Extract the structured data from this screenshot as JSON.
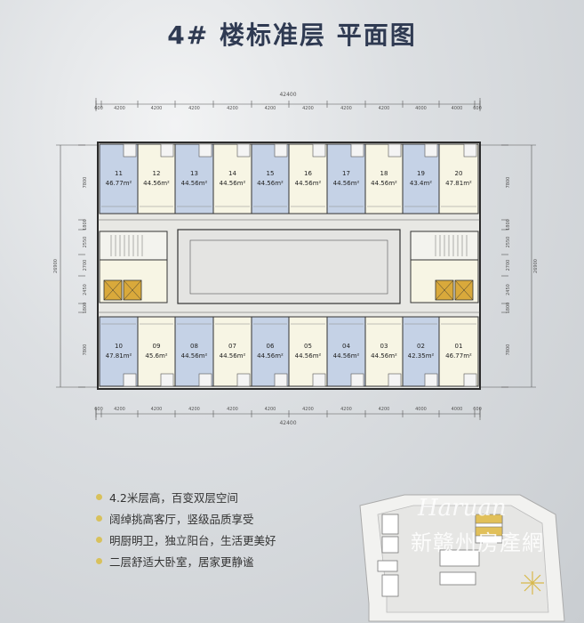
{
  "title": "4# 楼标准层  平面图",
  "dims": {
    "total": "42400",
    "top_segments": [
      "600",
      "4200",
      "4200",
      "4200",
      "4200",
      "4200",
      "4200",
      "4200",
      "4200",
      "4000",
      "4000",
      "600"
    ],
    "left": [
      "7800",
      "1800",
      "2550",
      "2700",
      "2450",
      "1800",
      "7800"
    ],
    "left_total": "26900",
    "right": [
      "7800",
      "1800",
      "2550",
      "2700",
      "2450",
      "1800",
      "7800"
    ],
    "right_total": "26900"
  },
  "units_top": [
    {
      "no": "11",
      "area": "46.77m²"
    },
    {
      "no": "12",
      "area": "44.56m²"
    },
    {
      "no": "13",
      "area": "44.56m²"
    },
    {
      "no": "14",
      "area": "44.56m²"
    },
    {
      "no": "15",
      "area": "44.56m²"
    },
    {
      "no": "16",
      "area": "44.56m²"
    },
    {
      "no": "17",
      "area": "44.56m²"
    },
    {
      "no": "18",
      "area": "44.56m²"
    },
    {
      "no": "19",
      "area": "43.4m²"
    },
    {
      "no": "20",
      "area": "47.81m²"
    }
  ],
  "units_bottom": [
    {
      "no": "10",
      "area": "47.81m²"
    },
    {
      "no": "09",
      "area": "45.6m²"
    },
    {
      "no": "08",
      "area": "44.56m²"
    },
    {
      "no": "07",
      "area": "44.56m²"
    },
    {
      "no": "06",
      "area": "44.56m²"
    },
    {
      "no": "05",
      "area": "44.56m²"
    },
    {
      "no": "04",
      "area": "44.56m²"
    },
    {
      "no": "03",
      "area": "44.56m²"
    },
    {
      "no": "02",
      "area": "42.35m²"
    },
    {
      "no": "01",
      "area": "46.77m²"
    }
  ],
  "features": [
    "4.2米层高，百变双层空间",
    "阔绰挑高客厅，竖级品质享受",
    "明厨明卫，独立阳台，生活更美好",
    "二层舒适大卧室，居家更静谧"
  ],
  "watermark": {
    "script": "Haruan",
    "text": "新赣州房產網"
  },
  "colors": {
    "blue_unit": "#c5d2e6",
    "cream_unit": "#f7f5e4",
    "wall": "#2b2b2b",
    "bullet": "#d8c15c",
    "elevator": "#d9a93b"
  }
}
